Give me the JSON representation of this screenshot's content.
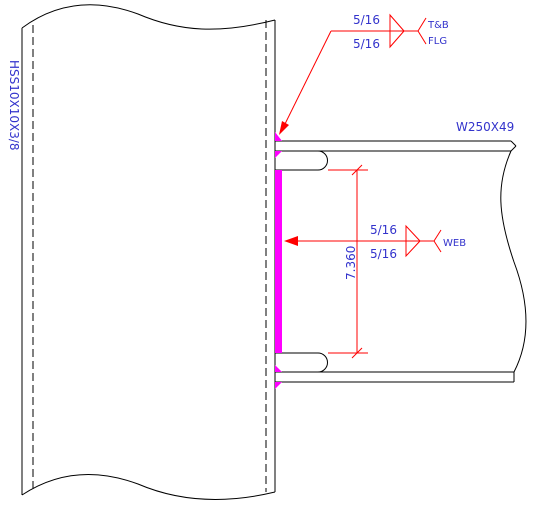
{
  "column": {
    "section": "HSS10X10X3/8"
  },
  "beam": {
    "section": "W250X49"
  },
  "flange_weld": {
    "size_top": "5/16",
    "size_bottom": "5/16",
    "note_line1": "T&B",
    "note_line2": "FLG"
  },
  "web_weld": {
    "size_top": "5/16",
    "size_bottom": "5/16",
    "note": "WEB"
  },
  "dimension": {
    "web_weld_length": "7.360"
  },
  "colors": {
    "object_line": "#000000",
    "annotation": "#ff0000",
    "text": "#3333cc",
    "weld": "#ff00ff"
  }
}
